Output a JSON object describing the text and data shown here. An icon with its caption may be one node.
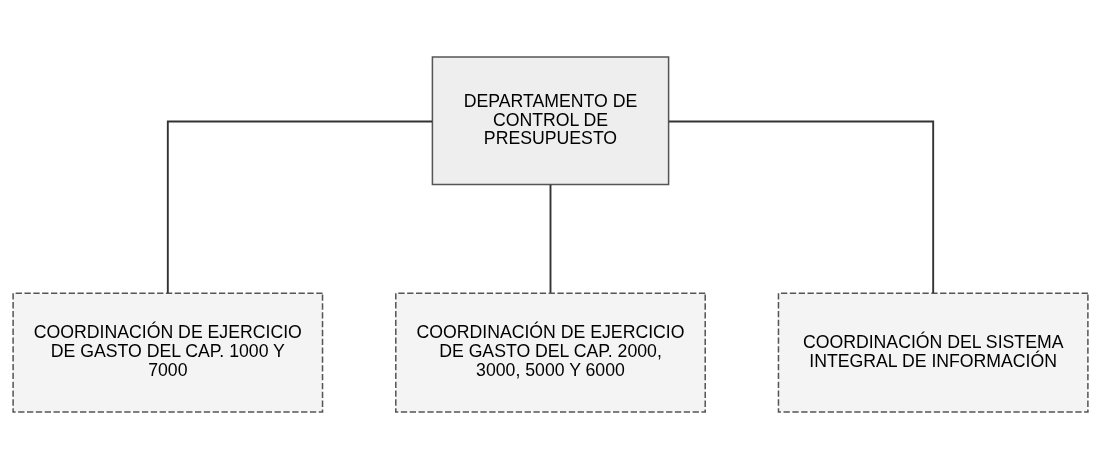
{
  "diagram": {
    "nodes": [
      {
        "text": [
          "DEPARTAMENTO DE CONTROL DE PRESUPUESTO"
        ]
      },
      {
        "text": [
          "COORDINACIÓN DE EJERCICIO DE GASTO DEL CAP. 1000 Y 7000"
        ]
      },
      {
        "text": [
          "COORDINACIÓN DE EJERCICIO DE GASTO DEL CAP. 2000, 3000, 5000 Y 6000"
        ]
      },
      {
        "text": [
          "COORDINACIÓN DEL SISTEMA INTEGRAL DE INFORMACIÓN"
        ]
      }
    ],
    "edges": [
      {
        "from": 0,
        "to": 1,
        "arrow": "none"
      },
      {
        "from": 0,
        "to": 2,
        "arrow": "none"
      },
      {
        "from": 0,
        "to": 3,
        "arrow": "none"
      }
    ]
  }
}
